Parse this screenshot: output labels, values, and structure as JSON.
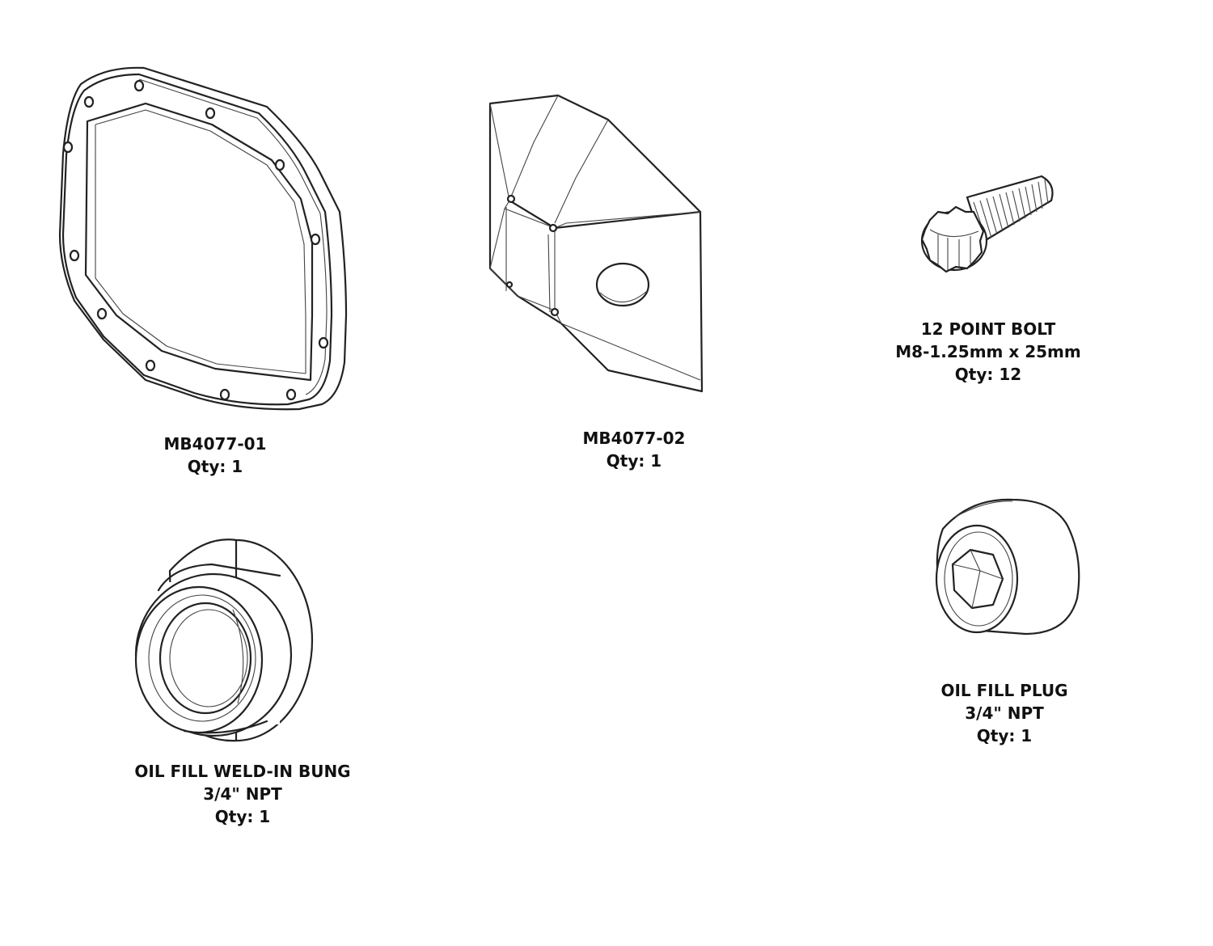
{
  "parts": [
    {
      "id": "cover",
      "lines": [
        "MB4077-01",
        "Qty: 1"
      ]
    },
    {
      "id": "skid",
      "lines": [
        "MB4077-02",
        "Qty: 1"
      ]
    },
    {
      "id": "bolt",
      "lines": [
        "12 POINT BOLT",
        "M8-1.25mm x 25mm",
        "Qty: 12"
      ]
    },
    {
      "id": "bung",
      "lines": [
        "OIL FILL WELD-IN BUNG",
        "3/4\" NPT",
        "Qty: 1"
      ]
    },
    {
      "id": "plug",
      "lines": [
        "OIL FILL PLUG",
        "3/4\" NPT",
        "Qty: 1"
      ]
    }
  ],
  "icons": {
    "cover": "differential-cover-drawing",
    "skid": "skid-plate-drawing",
    "bolt": "12-point-bolt-drawing",
    "bung": "weld-in-bung-drawing",
    "plug": "hex-socket-plug-drawing"
  },
  "colors": {
    "line": "#222222",
    "background": "#ffffff"
  }
}
